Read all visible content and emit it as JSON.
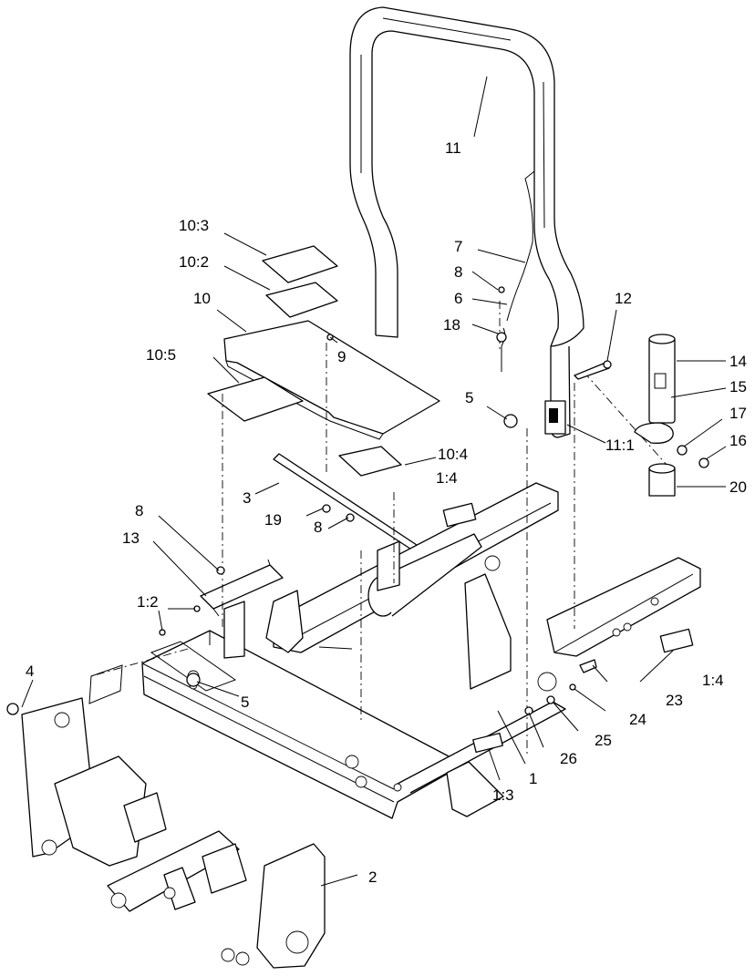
{
  "callouts": {
    "c11": "11",
    "c10_3": "10:3",
    "c10_2": "10:2",
    "c10": "10",
    "c10_5": "10:5",
    "c9": "9",
    "c7": "7",
    "c8_top": "8",
    "c6": "6",
    "c18": "18",
    "c12": "12",
    "c14": "14",
    "c15": "15",
    "c17": "17",
    "c16": "16",
    "c20": "20",
    "c5_top": "5",
    "c11_1": "11:1",
    "c10_4": "10:4",
    "c1_4_top": "1:4",
    "c3": "3",
    "c19": "19",
    "c8_mid": "8",
    "c8_left": "8",
    "c13": "13",
    "c1_2": "1:2",
    "c4": "4",
    "c5_bottom": "5",
    "c1_4_right": "1:4",
    "c23": "23",
    "c24": "24",
    "c25": "25",
    "c26": "26",
    "c1": "1",
    "c1_3": "1:3",
    "c2": "2"
  }
}
